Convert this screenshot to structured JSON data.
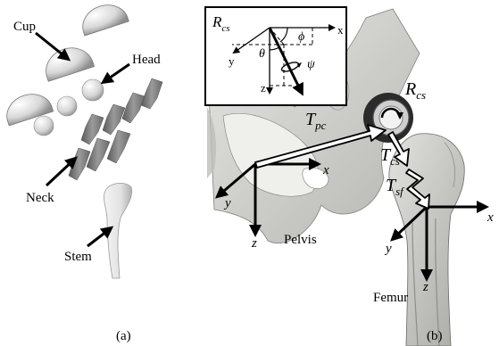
{
  "panel_a": {
    "caption": "(a)",
    "labels": {
      "cup": "Cup",
      "head": "Head",
      "neck": "Neck",
      "stem": "Stem"
    }
  },
  "panel_b": {
    "caption": "(b)",
    "inset": {
      "frame": "R",
      "frame_sub": "cs",
      "x": "x",
      "y": "y",
      "z": "z",
      "phi": "ϕ",
      "theta": "θ",
      "psi": "ψ"
    },
    "transforms": {
      "rcs": "R",
      "rcs_sub": "cs",
      "tpc": "T",
      "tpc_sub": "pc",
      "tcs": "T",
      "tcs_sub": "cs",
      "tsf": "T",
      "tsf_sub": "sf"
    },
    "axes": {
      "x": "x",
      "y": "y",
      "z": "z"
    },
    "labels": {
      "pelvis": "Pelvis",
      "femur": "Femur"
    }
  },
  "colors": {
    "cup_fill": "#d9d9d9",
    "neck_fill": "#7f7f7f",
    "bone": "#c9c9c5",
    "bone_dark": "#8c8c88",
    "socket": "#2b2b2b"
  }
}
